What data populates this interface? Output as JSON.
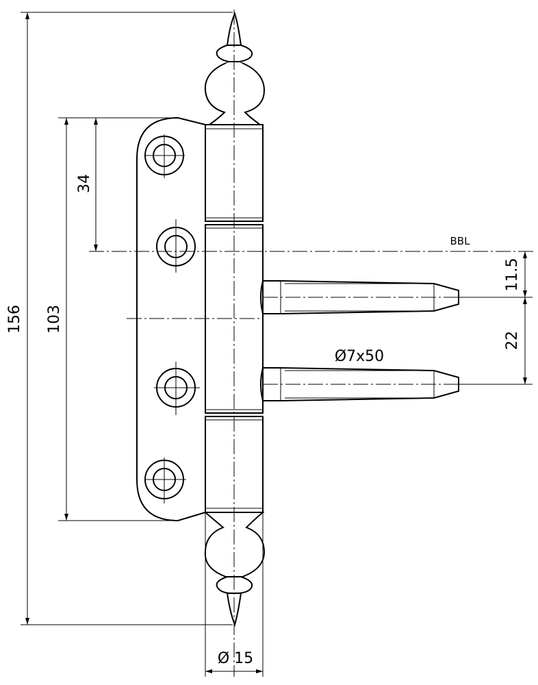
{
  "drawing": {
    "dimensions": {
      "total_height": "156",
      "plate_height": "103",
      "plate_offset": "34",
      "pin_offset": "11.5",
      "pin_spacing": "22",
      "pin_size": "Ø7x50",
      "barrel_diameter": "Ø 15"
    },
    "reference_line_label": "BBL"
  }
}
